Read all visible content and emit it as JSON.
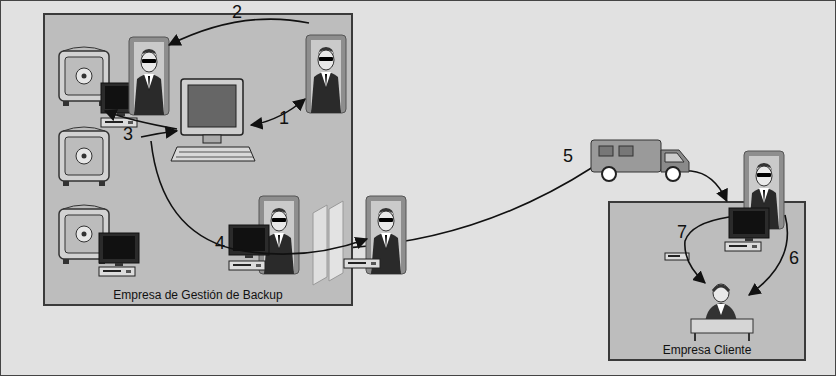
{
  "diagram": {
    "nodes": [
      {
        "text": [
          "Empresa de Gestión de Backup"
        ]
      },
      {
        "text": [
          "Empresa Cliente"
        ]
      }
    ],
    "edges": [
      {
        "from": 0,
        "to": 1,
        "arrow": "to",
        "label": "5"
      }
    ],
    "labels": [
      "1",
      "2",
      "3",
      "4",
      "6",
      "7"
    ]
  }
}
